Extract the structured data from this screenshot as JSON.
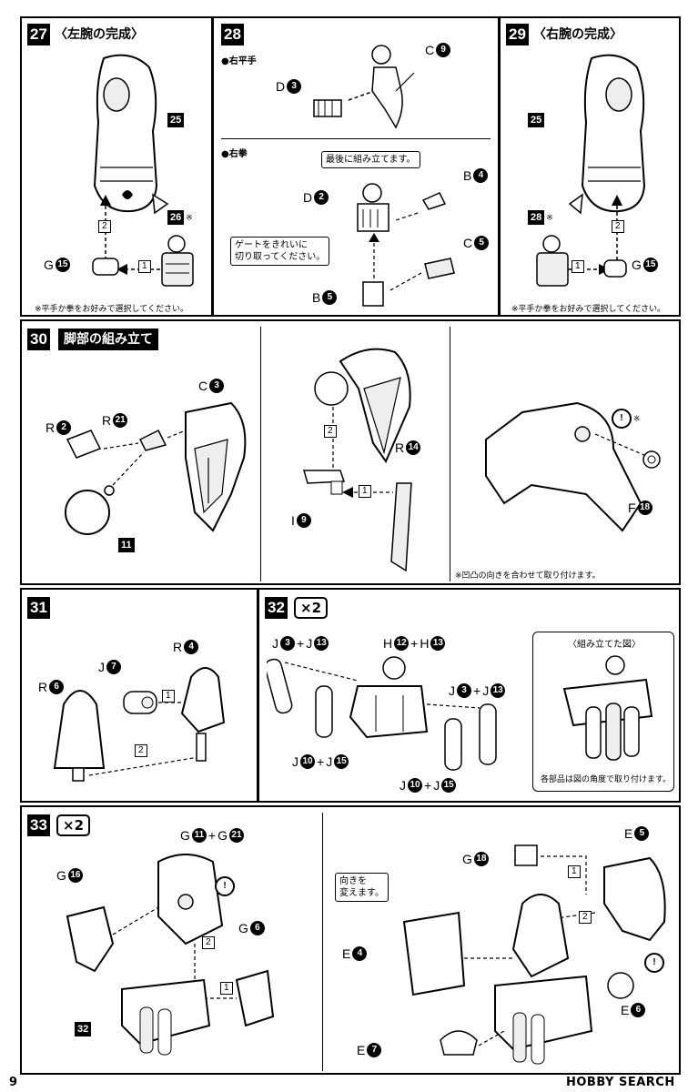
{
  "page_number": "9",
  "watermark": "HOBBY SEARCH",
  "steps": {
    "s27": {
      "num": "27",
      "title": "〈左腕の完成〉",
      "note": "※平手か拳をお好みで選択してください。",
      "labels": {
        "p25": "25",
        "g": "G",
        "g15": "15",
        "p26": "26",
        "mark": "※",
        "a1": "1",
        "a2": "2"
      }
    },
    "s28": {
      "num": "28",
      "sub1": "●右平手",
      "sub2": "●右拳",
      "callout1": "最後に組み立てます。",
      "callout2a": "ゲートをきれいに",
      "callout2b": "切り取ってください。",
      "labels": {
        "c": "C",
        "c9": "9",
        "d": "D",
        "d3": "3",
        "d2": "2",
        "b": "B",
        "b4": "4",
        "c5": "5",
        "b5": "5"
      }
    },
    "s29": {
      "num": "29",
      "title": "〈右腕の完成〉",
      "note": "※平手か拳をお好みで選択してください。",
      "labels": {
        "p25": "25",
        "p28": "28",
        "mark": "※",
        "g": "G",
        "g15": "15",
        "a1": "1",
        "a2": "2"
      }
    },
    "s30": {
      "num": "30",
      "title": "脚部の組み立て",
      "note": "※凹凸の向きを合わせて取り付けます。",
      "labels": {
        "r": "R",
        "r2": "2",
        "r21": "21",
        "c": "C",
        "c3": "3",
        "p11": "11",
        "r14": "14",
        "i": "I",
        "i9": "9",
        "f": "F",
        "f18": "18",
        "mark": "※",
        "a1": "1",
        "a2": "2",
        "excl": "!"
      }
    },
    "s31": {
      "num": "31",
      "labels": {
        "r": "R",
        "r4": "4",
        "r6": "6",
        "j": "J",
        "j7": "7",
        "a1": "1",
        "a2": "2"
      }
    },
    "s32": {
      "num": "32",
      "times": "×2",
      "inset_title": "〈組み立てた図〉",
      "inset_note": "各部品は図の角度で取り付けます。",
      "labels": {
        "j": "J",
        "plus": "+",
        "h": "H",
        "j3": "3",
        "j13": "13",
        "h12": "12",
        "h13": "13",
        "j10": "10",
        "j15": "15"
      }
    },
    "s33": {
      "num": "33",
      "times": "×2",
      "callout_a": "向きを",
      "callout_b": "変えます。",
      "labels": {
        "g": "G",
        "plus": "+",
        "g11": "11",
        "g21": "21",
        "g16": "16",
        "g6": "6",
        "p32": "32",
        "g18": "18",
        "e": "E",
        "e5": "5",
        "e4": "4",
        "e6": "6",
        "e7": "7",
        "a1": "1",
        "a2": "2",
        "excl": "!"
      }
    }
  },
  "colors": {
    "ink": "#000000",
    "paper": "#ffffff",
    "shade": "#d9d9d9"
  }
}
